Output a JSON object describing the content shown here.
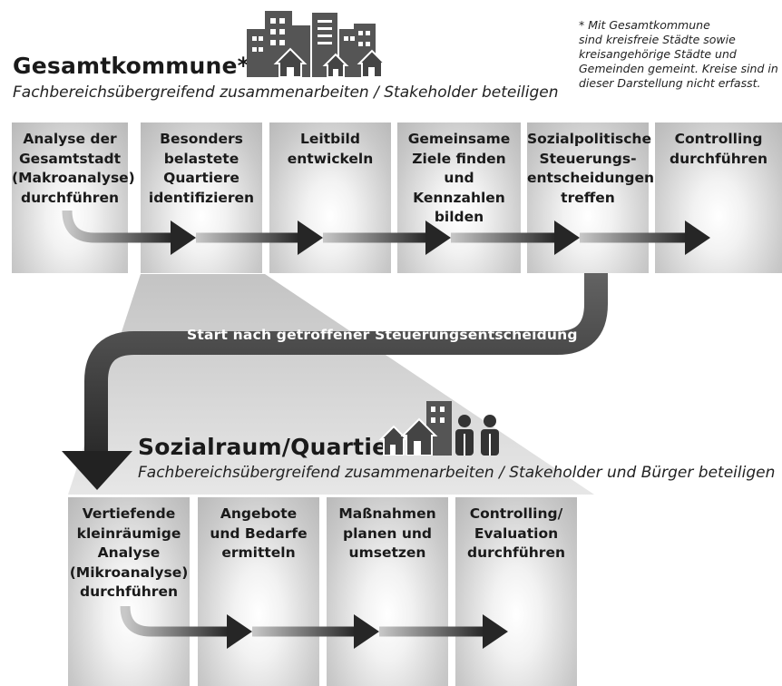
{
  "top": {
    "title": "Gesamtkommune*",
    "subtitle": "Fachbereichsübergreifend zusammenarbeiten / Stakeholder beteiligen",
    "footnote": "* Mit Gesamtkommune\nsind kreisfreie Städte sowie\nkreisangehörige Städte und\nGemeinden gemeint. Kreise sind in\ndieser Darstellung nicht erfasst.",
    "steps": [
      "Analyse der\nGesamtstadt\n(Makroanalyse)\ndurchführen",
      "Besonders\nbelastete\nQuartiere\nidentifizieren",
      "Leitbild\nentwickeln",
      "Gemeinsame\nZiele finden und\nKennzahlen\nbilden",
      "Sozialpolitische\nSteuerungs-\nentscheidungen\ntreffen",
      "Controlling\ndurchführen"
    ],
    "icon": "city-buildings-icon"
  },
  "connector": {
    "label": "Start nach getroffener Steuerungsentscheidung"
  },
  "bottom": {
    "title": "Sozialraum/Quartier",
    "subtitle": "Fachbereichsübergreifend zusammenarbeiten / Stakeholder und Bürger beteiligen",
    "steps": [
      "Vertiefende\nkleinräumige\nAnalyse\n(Mikroanalyse)\ndurchführen",
      "Angebote\nund Bedarfe\nermitteln",
      "Maßnahmen\nplanen und\numsetzen",
      "Controlling/\nEvaluation\ndurchführen"
    ],
    "icon": "neighborhood-people-icon"
  },
  "colors": {
    "arrow_dark": "#2a2a2a",
    "arrow_light": "#bdbdbd",
    "box_light": "#ffffff",
    "box_dark": "#b9b9b9"
  }
}
